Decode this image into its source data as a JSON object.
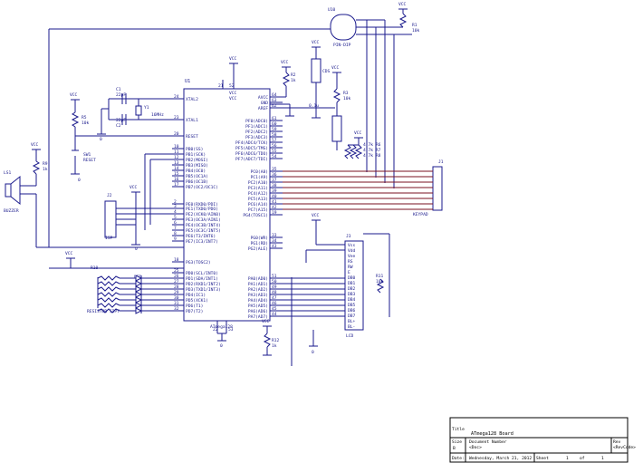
{
  "schematic": {
    "u1": {
      "ref": "U1",
      "part": "ATmega128",
      "left_pins": [
        {
          "num": "24",
          "name": "XTAL2"
        },
        {
          "num": "23",
          "name": "XTAL1"
        },
        {
          "num": "20",
          "name": "RESET"
        },
        {
          "num": "10",
          "name": "PB0(SS)"
        },
        {
          "num": "11",
          "name": "PB1(SCK)"
        },
        {
          "num": "12",
          "name": "PB2(MOSI)"
        },
        {
          "num": "13",
          "name": "PB3(MISO)"
        },
        {
          "num": "14",
          "name": "PB4(OC0)"
        },
        {
          "num": "15",
          "name": "PB5(OC1A)"
        },
        {
          "num": "16",
          "name": "PB6(OC1B)"
        },
        {
          "num": "17",
          "name": "PB7(OC2/OC1C)"
        },
        {
          "num": "2",
          "name": "PE0(RXD0/PDI)"
        },
        {
          "num": "3",
          "name": "PE1(TXD0/PDO)"
        },
        {
          "num": "4",
          "name": "PE2(XCK0/AIN0)"
        },
        {
          "num": "5",
          "name": "PE3(OC3A/AIN1)"
        },
        {
          "num": "6",
          "name": "PE4(OC3B/INT4)"
        },
        {
          "num": "7",
          "name": "PE5(OC3C/INT5)"
        },
        {
          "num": "8",
          "name": "PE6(T3/INT6)"
        },
        {
          "num": "9",
          "name": "PE7(IC3/INT7)"
        },
        {
          "num": "18",
          "name": "PG3(TOSC2)"
        },
        {
          "num": "25",
          "name": "PD0(SCL/INT0)"
        },
        {
          "num": "26",
          "name": "PD1(SDA/INT1)"
        },
        {
          "num": "27",
          "name": "PD2(RXD1/INT2)"
        },
        {
          "num": "28",
          "name": "PD3(TXD1/INT3)"
        },
        {
          "num": "29",
          "name": "PD4(IC1)"
        },
        {
          "num": "30",
          "name": "PD5(XCK1)"
        },
        {
          "num": "31",
          "name": "PD6(T1)"
        },
        {
          "num": "32",
          "name": "PD7(T2)"
        }
      ],
      "right_pins": [
        {
          "num": "64",
          "name": "AVCC"
        },
        {
          "num": "63",
          "name": "GND"
        },
        {
          "num": "62",
          "name": "AREF"
        },
        {
          "num": "61",
          "name": "PF0(ADC0)"
        },
        {
          "num": "60",
          "name": "PF1(ADC1)"
        },
        {
          "num": "59",
          "name": "PF2(ADC2)"
        },
        {
          "num": "58",
          "name": "PF3(ADC3)"
        },
        {
          "num": "57",
          "name": "PF4(ADC4/TCK)"
        },
        {
          "num": "56",
          "name": "PF5(ADC5/TMS)"
        },
        {
          "num": "55",
          "name": "PF6(ADC6/TDO)"
        },
        {
          "num": "54",
          "name": "PF7(ADC7/TDI)"
        },
        {
          "num": "35",
          "name": "PC0(A8)"
        },
        {
          "num": "36",
          "name": "PC1(A9)"
        },
        {
          "num": "37",
          "name": "PC2(A10)"
        },
        {
          "num": "38",
          "name": "PC3(A11)"
        },
        {
          "num": "39",
          "name": "PC4(A12)"
        },
        {
          "num": "40",
          "name": "PC5(A13)"
        },
        {
          "num": "41",
          "name": "PC6(A14)"
        },
        {
          "num": "42",
          "name": "PC7(A15)"
        },
        {
          "num": "19",
          "name": "PG4(TOSC1)"
        },
        {
          "num": "33",
          "name": "PG0(WR)"
        },
        {
          "num": "34",
          "name": "PG1(RD)"
        },
        {
          "num": "43",
          "name": "PG2(ALE)"
        },
        {
          "num": "51",
          "name": "PA0(AD0)"
        },
        {
          "num": "50",
          "name": "PA1(AD1)"
        },
        {
          "num": "49",
          "name": "PA2(AD2)"
        },
        {
          "num": "48",
          "name": "PA3(AD3)"
        },
        {
          "num": "47",
          "name": "PA4(AD4)"
        },
        {
          "num": "46",
          "name": "PA5(AD5)"
        },
        {
          "num": "45",
          "name": "PA6(AD6)"
        },
        {
          "num": "44",
          "name": "PA7(AD7)"
        }
      ],
      "top_pins": [
        "21",
        "52"
      ],
      "top_labels": [
        "VCC",
        "VCC"
      ],
      "bottom_pins": [
        "22",
        "53"
      ]
    },
    "power_labels": {
      "vcc": "VCC",
      "gnd": "0"
    },
    "u10": {
      "ref": "U10",
      "part": "PIN-DIP"
    },
    "r1": {
      "ref": "R1",
      "value": "10k"
    },
    "r2": {
      "ref": "R2",
      "value": "1k"
    },
    "r3": {
      "ref": "R3",
      "value": "10k"
    },
    "r5": {
      "ref": "R5",
      "value": "10k"
    },
    "r9": {
      "ref": "R9",
      "value": "1k"
    },
    "r11": {
      "ref": "R11",
      "value": "10k"
    },
    "r12": {
      "ref": "R12",
      "value": "1k"
    },
    "r10": {
      "ref": "R10"
    },
    "c1": {
      "ref": "C1",
      "value": "22pF"
    },
    "c2": {
      "ref": "C2",
      "value": "22pF"
    },
    "y1": {
      "ref": "Y1",
      "value": "16MHz"
    },
    "c_cap": {
      "value": "0.1u"
    },
    "sw1": {
      "ref": "SW1",
      "label": "RESET"
    },
    "bz": {
      "ref": "LS1",
      "part": "BUZZER"
    },
    "j2": {
      "ref": "J2",
      "part": "ISP"
    },
    "j1": {
      "ref": "J1",
      "part": "KEYPAD"
    },
    "rpack": {
      "labels": [
        "4.7k R6",
        "4.7k R7",
        "4.7k R8"
      ]
    },
    "cds": {
      "label": "CDS"
    },
    "lcd": {
      "ref": "J3",
      "label": "LCD",
      "pins": [
        "Vss",
        "Vdd",
        "Vee",
        "RS",
        "RW",
        "E",
        "DB0",
        "DB1",
        "DB2",
        "DB3",
        "DB4",
        "DB5",
        "DB6",
        "DB7",
        "BL+",
        "BL-"
      ]
    },
    "leds": {
      "label": "LED",
      "resistor_array": "RESISTOR SIP7"
    },
    "title_block": {
      "title_label": "Title",
      "title": "ATmega128 Board",
      "size_label": "Size",
      "size": "B",
      "docnum_label": "Document Number",
      "docnum": "<Doc>",
      "rev_label": "Rev",
      "rev": "<RevCode>",
      "date_label": "Date:",
      "date": "Wednesday, March 21, 2012",
      "sheet_label": "Sheet",
      "sheet": "1",
      "of_label": "of",
      "of": "1"
    }
  }
}
